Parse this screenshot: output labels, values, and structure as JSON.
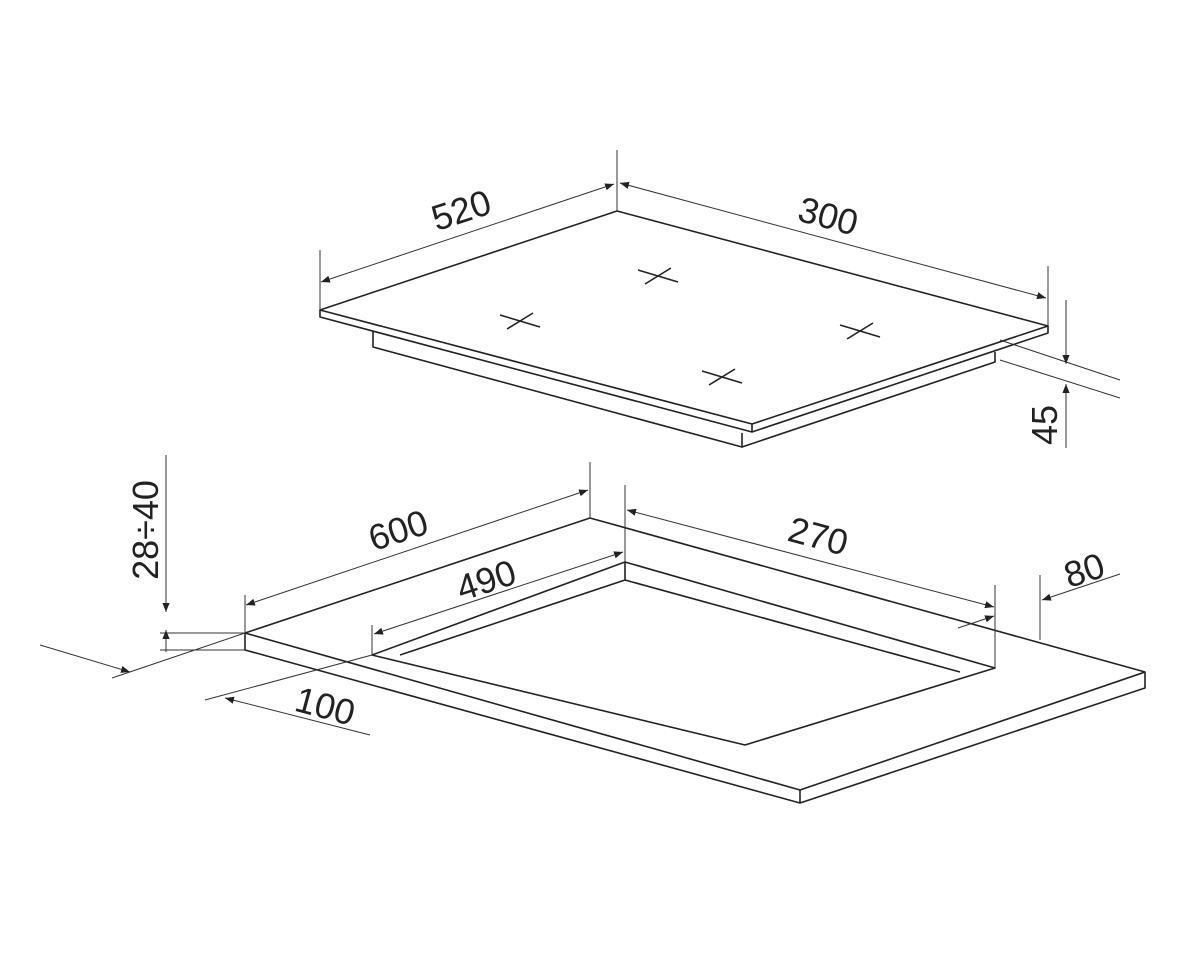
{
  "hob_dimensions": {
    "depth": "520",
    "width": "300",
    "height": "45"
  },
  "cutout_dimensions": {
    "worktop_depth": "600",
    "cutout_width": "270",
    "cutout_depth": "490",
    "rear_clearance": "80",
    "front_clearance": "100",
    "worktop_thickness": "28÷40"
  },
  "colors": {
    "line": "#222222",
    "background": "#ffffff"
  }
}
